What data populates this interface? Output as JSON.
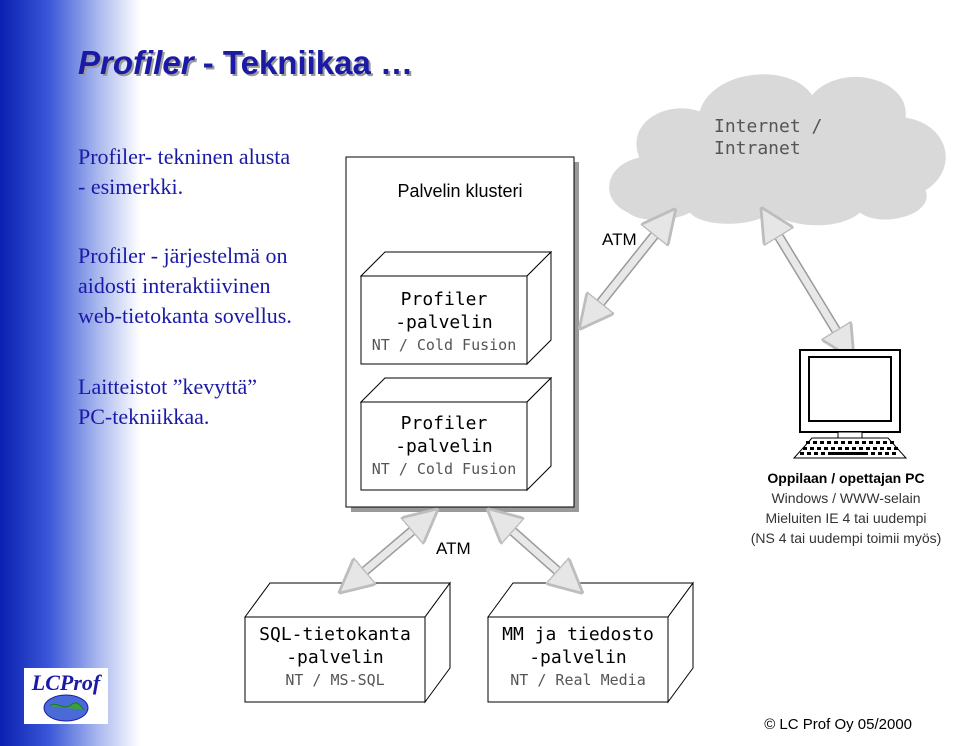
{
  "title_part1": "Profiler",
  "title_part2": " - Tekniikaa …",
  "bullets": [
    "Profiler- tekninen alusta\n- esimerkki.",
    "Profiler - järjestelmä on\naidosti interaktiivinen\nweb-tietokanta sovellus.",
    "Laitteistot ”kevyttä”\nPC-tekniikkaa."
  ],
  "cloud_label_1": "Internet /",
  "cloud_label_2": "Intranet",
  "cluster_label": "Palvelin klusteri",
  "atm_top": "ATM",
  "atm_bottom": "ATM",
  "server1": {
    "line1": "Profiler",
    "line2": "-palvelin",
    "line3": "NT / Cold Fusion"
  },
  "server2": {
    "line1": "Profiler",
    "line2": "-palvelin",
    "line3": "NT / Cold Fusion"
  },
  "sql_box": {
    "line1": "SQL-tietokanta",
    "line2": "-palvelin",
    "line3": "NT / MS-SQL"
  },
  "mm_box": {
    "line1": "MM ja tiedosto",
    "line2": "-palvelin",
    "line3": "NT / Real Media"
  },
  "pc": {
    "line1": "Oppilaan / opettajan PC",
    "line2": "Windows / WWW-selain",
    "line3": "Mieluiten IE 4 tai uudempi",
    "line4": "(NS 4 tai uudempi toimii myös)"
  },
  "logo_text": "LCProf",
  "copyright": "© LC Prof Oy 05/2000",
  "colors": {
    "title": "#1a1aa6",
    "band": "#0a1fb0",
    "cloud": "#d9d9d9",
    "arrow": "#e8e8e8"
  }
}
